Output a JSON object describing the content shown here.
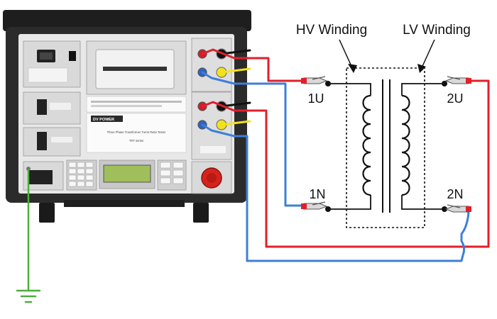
{
  "diagram": {
    "labels": {
      "hv_winding": "HV Winding",
      "lv_winding": "LV Winding",
      "terminal_1u": "1U",
      "terminal_1n": "1N",
      "terminal_2u": "2U",
      "terminal_2n": "2N"
    },
    "colors": {
      "hv_lead": "#e0202a",
      "lv_lead": "#3d7fd8",
      "ground": "#4cae3a",
      "yellow_jack": "#f3e21a",
      "black_lead": "#111111",
      "case": "#2b2b2b",
      "panel": "#e8e8e8"
    },
    "instrument": {
      "brand": "DV POWER",
      "panel_title": "Three Phase Transformer Turns Ratio Tester",
      "model": "TRT series",
      "ground_label": "",
      "icons": [
        "power-inlet-icon",
        "printer-icon",
        "keypad-icon",
        "lcd-display-icon",
        "emergency-stop-icon",
        "ground-icon"
      ]
    }
  }
}
